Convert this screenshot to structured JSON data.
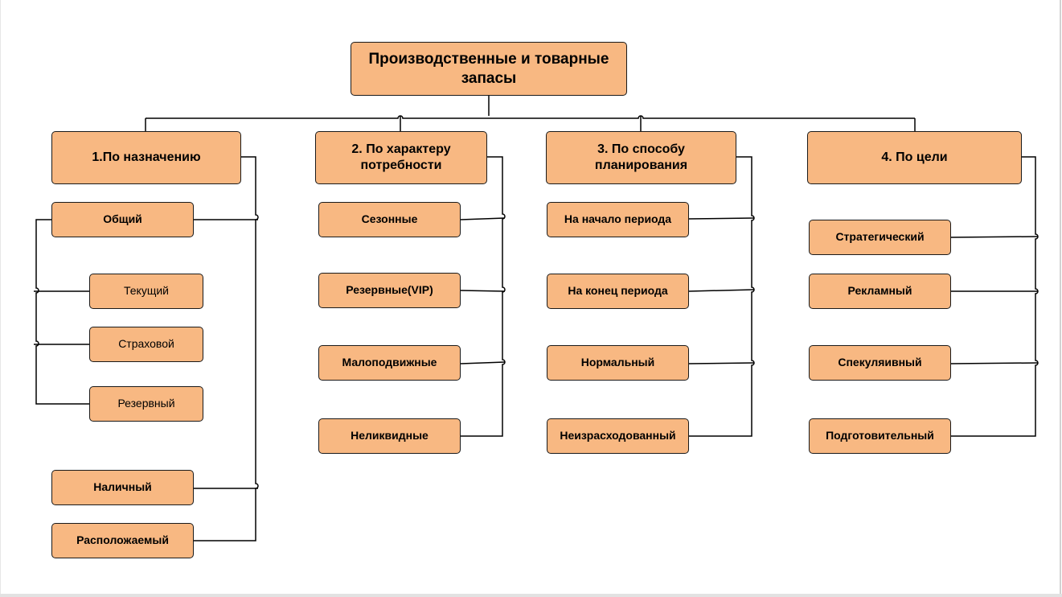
{
  "diagram": {
    "root": {
      "label": "Производственные и товарные запасы"
    },
    "categories": [
      {
        "label": "1.По назначению",
        "items": [
          {
            "label": "Общий"
          },
          {
            "label": "Наличный"
          },
          {
            "label": "Расположаемый"
          }
        ],
        "subitems": [
          {
            "label": "Текущий"
          },
          {
            "label": "Страховой"
          },
          {
            "label": "Резервный"
          }
        ]
      },
      {
        "label": "2. По характеру потребности",
        "items": [
          {
            "label": "Сезонные"
          },
          {
            "label": "Резервные(VIP)"
          },
          {
            "label": "Малоподвижные"
          },
          {
            "label": "Неликвидные"
          }
        ]
      },
      {
        "label": "3. По способу планирования",
        "items": [
          {
            "label": "На начало периода"
          },
          {
            "label": "На конец периода"
          },
          {
            "label": "Нормальный"
          },
          {
            "label": "Неизрасходованный"
          }
        ]
      },
      {
        "label": "4. По цели",
        "items": [
          {
            "label": "Стратегический"
          },
          {
            "label": "Рекламный"
          },
          {
            "label": "Спекуляивный"
          },
          {
            "label": "Подготовительный"
          }
        ]
      }
    ],
    "colors": {
      "box_fill": "#f8b882",
      "box_border": "#1a1a1a",
      "line": "#000000"
    }
  }
}
